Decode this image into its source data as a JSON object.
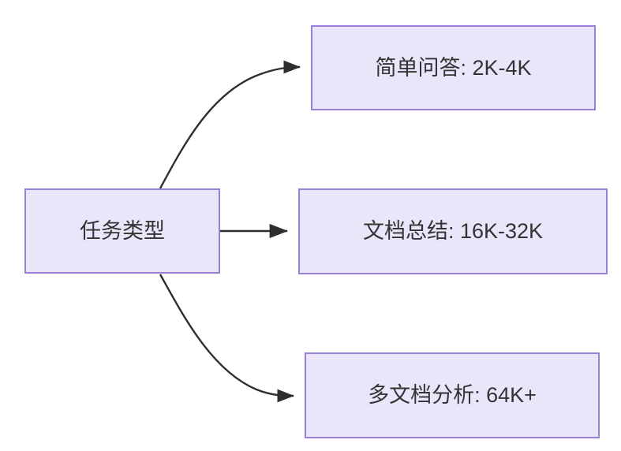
{
  "diagram": {
    "type": "flowchart",
    "direction": "left-to-right",
    "background_color": "#ffffff",
    "node_fill_color": "#e9e6fa",
    "node_border_color": "#9a7fd8",
    "node_text_color": "#333333",
    "edge_color": "#2e2e2e",
    "root": {
      "id": "task-type",
      "label": "任务类型"
    },
    "branches": [
      {
        "id": "simple-qa",
        "label": "简单问答: 2K-4K",
        "task": "简单问答",
        "context_range": "2K-4K"
      },
      {
        "id": "doc-summary",
        "label": "文档总结: 16K-32K",
        "task": "文档总结",
        "context_range": "16K-32K"
      },
      {
        "id": "multi-doc",
        "label": "多文档分析: 64K+",
        "task": "多文档分析",
        "context_range": "64K+"
      }
    ],
    "edges": [
      {
        "from": "任务类型",
        "to": "简单问答: 2K-4K",
        "style": "curved-arrow",
        "label": ""
      },
      {
        "from": "任务类型",
        "to": "文档总结: 16K-32K",
        "style": "straight-arrow",
        "label": ""
      },
      {
        "from": "任务类型",
        "to": "多文档分析: 64K+",
        "style": "curved-arrow",
        "label": ""
      }
    ]
  }
}
